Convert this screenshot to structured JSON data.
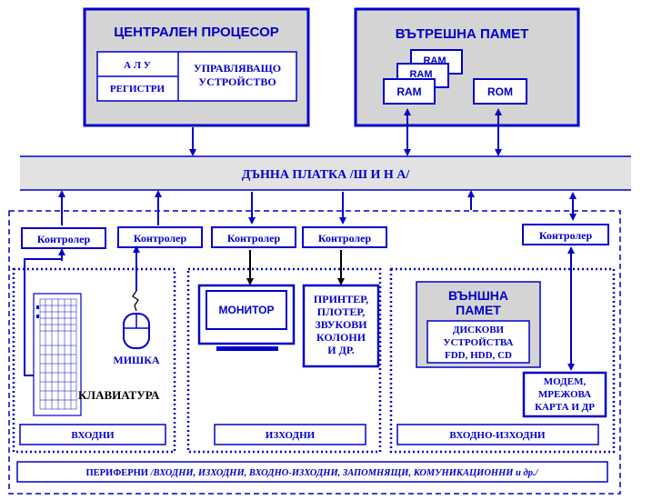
{
  "cpu": {
    "title": "ЦЕНТРАЛЕН ПРОЦЕСОР",
    "alu": "А Л У",
    "registers": "РЕГИСТРИ",
    "control_line1": "УПРАВЛЯВАЩО",
    "control_line2": "УСТРОЙСТВО"
  },
  "memory": {
    "title": "ВЪТРЕШНА ПАМЕТ",
    "ram_back2": "RAM",
    "ram_back1": "RAM",
    "ram": "RAM",
    "rom": "ROM"
  },
  "bus": {
    "label": "ДЪННА ПЛАТКА /Ш И Н А/"
  },
  "controllers": {
    "c1": "Контролер",
    "c2": "Контролер",
    "c3": "Контролер",
    "c4": "Контролер",
    "c5": "Контролер"
  },
  "devices": {
    "monitor": "МОНИТОР",
    "printer_lines": [
      "ПРИНТЕР,",
      "ПЛОТЕР,",
      "ЗВУКОВИ",
      "КОЛОНИ",
      "И ДР."
    ],
    "mouse": "МИШКА",
    "keyboard": "КЛАВИАТУРА",
    "external_memory_line1": "ВЪНШНА",
    "external_memory_line2": "ПАМЕТ",
    "disk_lines": [
      "ДИСКОВИ",
      "УСТРОЙСТВА",
      "FDD, HDD, CD"
    ],
    "modem_lines": [
      "МОДЕМ,",
      "МРЕЖОВА",
      "КАРТА И ДР"
    ]
  },
  "groups": {
    "input": "ВХОДНИ",
    "output": "ИЗХОДНИ",
    "io": "ВХОДНО-ИЗХОДНИ"
  },
  "footer": {
    "prefix": "ПЕРИФЕРНИ",
    "text": "/ВХОДНИ, ИЗХОДНИ, ВХОДНО-ИЗХОДНИ, ЗАПОМНЯЩИ, КОМУНИКАЦИОННИ и др./"
  },
  "colors": {
    "blue": "#0000c8",
    "box_gray": "#d4d4d4",
    "bus_gray": "#e2e2e2"
  }
}
